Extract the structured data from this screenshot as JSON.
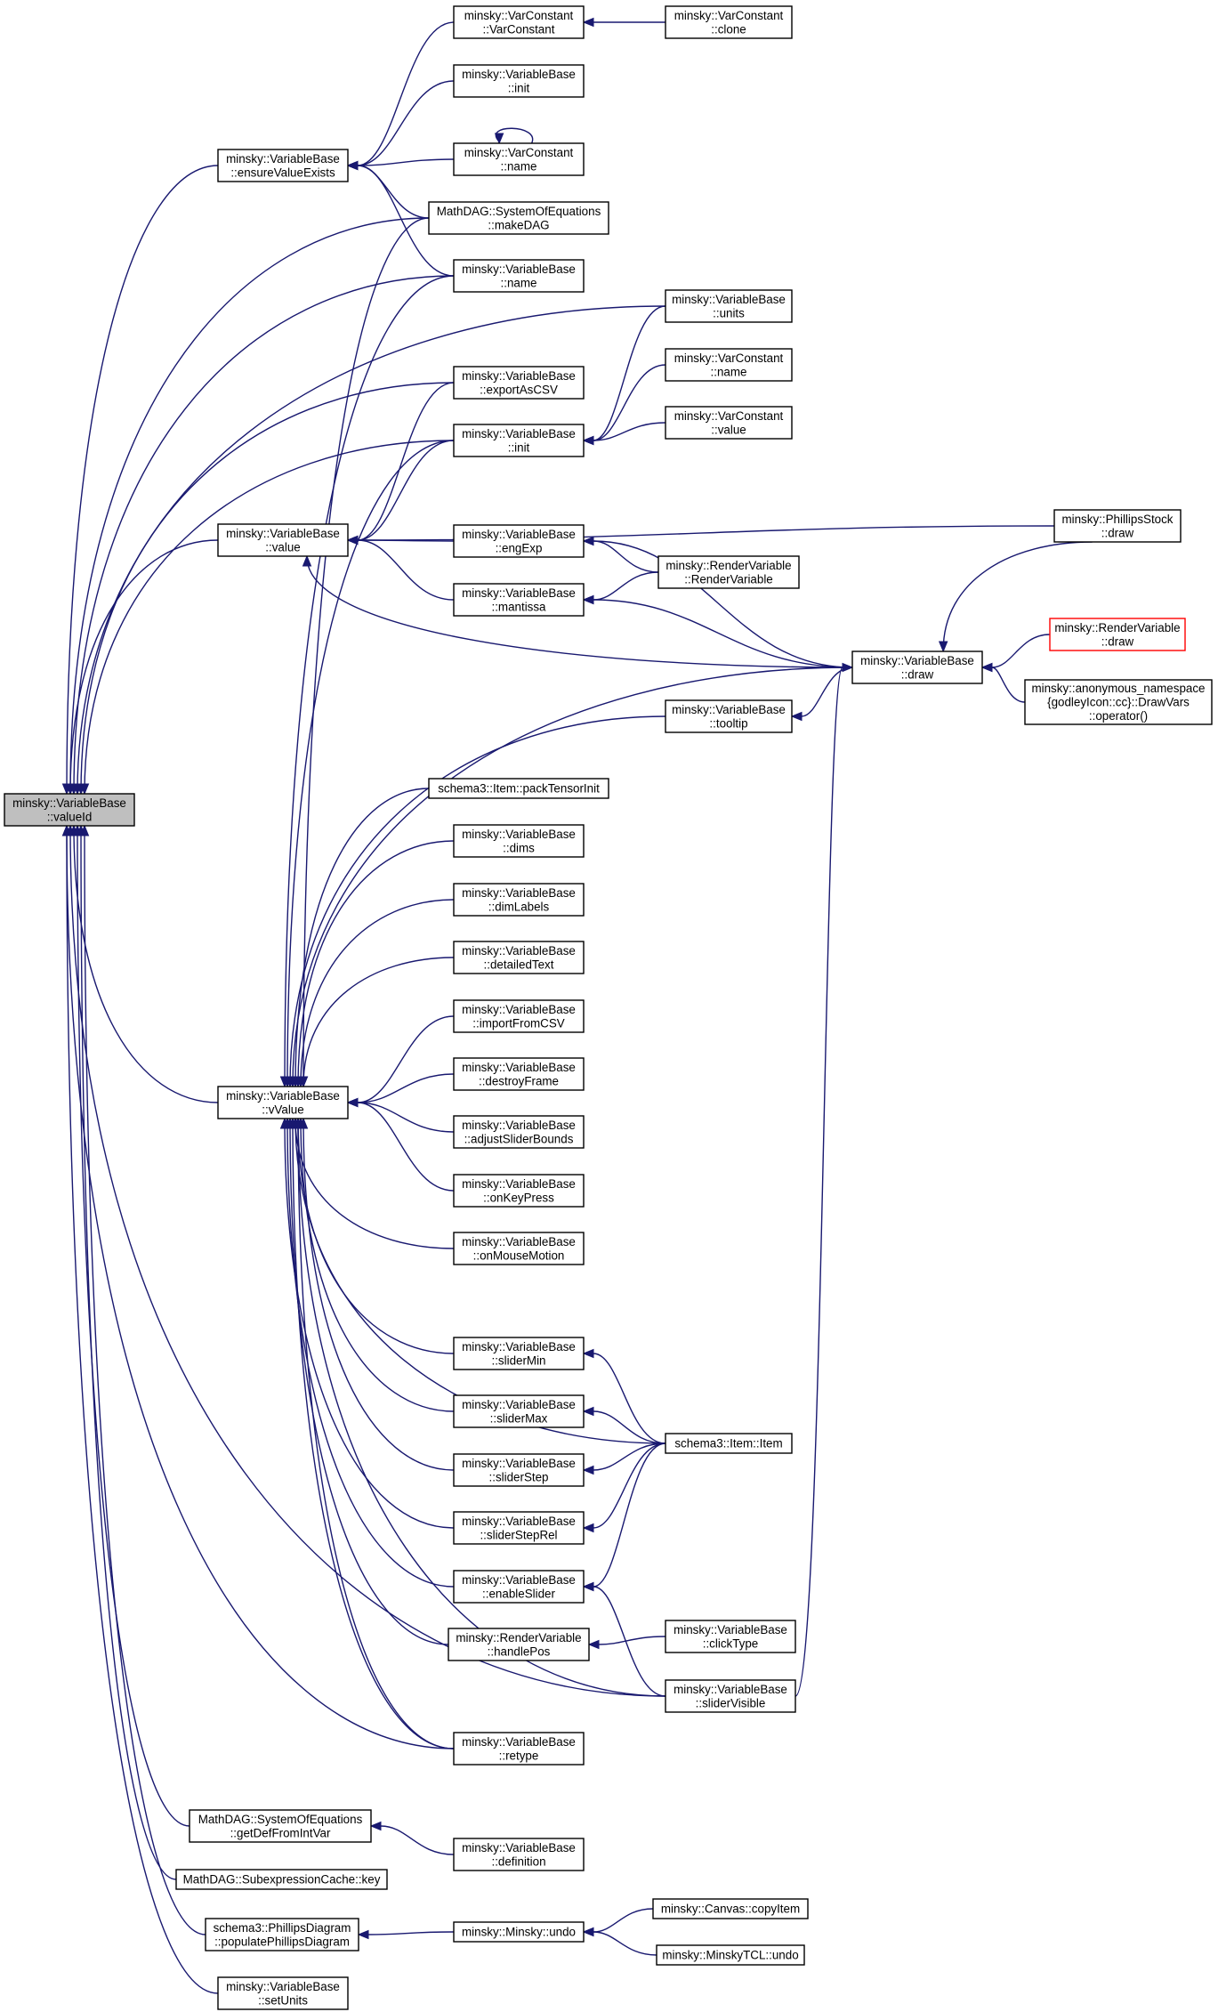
{
  "colors": {
    "edge": "#191970",
    "root_fill": "#bfbfbf",
    "node_border": "#000000",
    "highlight_border": "#ff0000",
    "background": "#ffffff"
  },
  "nodes": {
    "valueId": [
      "minsky::VariableBase",
      "::valueId"
    ],
    "ensureValueExists": [
      "minsky::VariableBase",
      "::ensureValueExists"
    ],
    "value": [
      "minsky::VariableBase",
      "::value"
    ],
    "vValue": [
      "minsky::VariableBase",
      "::vValue"
    ],
    "getDefFromIntVar": [
      "MathDAG::SystemOfEquations",
      "::getDefFromIntVar"
    ],
    "cacheKey": [
      "MathDAG::SubexpressionCache::key"
    ],
    "populatePhillipsDiagram": [
      "schema3::PhillipsDiagram",
      "::populatePhillipsDiagram"
    ],
    "setUnits": [
      "minsky::VariableBase",
      "::setUnits"
    ],
    "vcVarConstant": [
      "minsky::VarConstant",
      "::VarConstant"
    ],
    "vbInit1": [
      "minsky::VariableBase",
      "::init"
    ],
    "vcName1": [
      "minsky::VarConstant",
      "::name"
    ],
    "makeDAG": [
      "MathDAG::SystemOfEquations",
      "::makeDAG"
    ],
    "vbName": [
      "minsky::VariableBase",
      "::name"
    ],
    "exportAsCSV": [
      "minsky::VariableBase",
      "::exportAsCSV"
    ],
    "vbInit2": [
      "minsky::VariableBase",
      "::init"
    ],
    "engExp": [
      "minsky::VariableBase",
      "::engExp"
    ],
    "mantissa": [
      "minsky::VariableBase",
      "::mantissa"
    ],
    "packTensorInit": [
      "schema3::Item::packTensorInit"
    ],
    "dims": [
      "minsky::VariableBase",
      "::dims"
    ],
    "dimLabels": [
      "minsky::VariableBase",
      "::dimLabels"
    ],
    "detailedText": [
      "minsky::VariableBase",
      "::detailedText"
    ],
    "importFromCSV": [
      "minsky::VariableBase",
      "::importFromCSV"
    ],
    "destroyFrame": [
      "minsky::VariableBase",
      "::destroyFrame"
    ],
    "adjustSliderBounds": [
      "minsky::VariableBase",
      "::adjustSliderBounds"
    ],
    "onKeyPress": [
      "minsky::VariableBase",
      "::onKeyPress"
    ],
    "onMouseMotion": [
      "minsky::VariableBase",
      "::onMouseMotion"
    ],
    "sliderMin": [
      "minsky::VariableBase",
      "::sliderMin"
    ],
    "sliderMax": [
      "minsky::VariableBase",
      "::sliderMax"
    ],
    "sliderStep": [
      "minsky::VariableBase",
      "::sliderStep"
    ],
    "sliderStepRel": [
      "minsky::VariableBase",
      "::sliderStepRel"
    ],
    "enableSlider": [
      "minsky::VariableBase",
      "::enableSlider"
    ],
    "handlePos": [
      "minsky::RenderVariable",
      "::handlePos"
    ],
    "retype": [
      "minsky::VariableBase",
      "::retype"
    ],
    "definition": [
      "minsky::VariableBase",
      "::definition"
    ],
    "minskyUndo": [
      "minsky::Minsky::undo"
    ],
    "vcClone": [
      "minsky::VarConstant",
      "::clone"
    ],
    "vbUnits": [
      "minsky::VariableBase",
      "::units"
    ],
    "vcName2": [
      "minsky::VarConstant",
      "::name"
    ],
    "vcValue": [
      "minsky::VarConstant",
      "::value"
    ],
    "rvCtor": [
      "minsky::RenderVariable",
      "::RenderVariable"
    ],
    "tooltip": [
      "minsky::VariableBase",
      "::tooltip"
    ],
    "itemItem": [
      "schema3::Item::Item"
    ],
    "clickType": [
      "minsky::VariableBase",
      "::clickType"
    ],
    "sliderVisible": [
      "minsky::VariableBase",
      "::sliderVisible"
    ],
    "copyItem": [
      "minsky::Canvas::copyItem"
    ],
    "tclUndo": [
      "minsky::MinskyTCL::undo"
    ],
    "vbDraw": [
      "minsky::VariableBase",
      "::draw"
    ],
    "phillipsStockDraw": [
      "minsky::PhillipsStock",
      "::draw"
    ],
    "rvDraw": [
      "minsky::RenderVariable",
      "::draw"
    ],
    "drawVarsOp": [
      "minsky::anonymous_namespace",
      "{godleyIcon::cc}::DrawVars",
      "::operator()"
    ]
  }
}
